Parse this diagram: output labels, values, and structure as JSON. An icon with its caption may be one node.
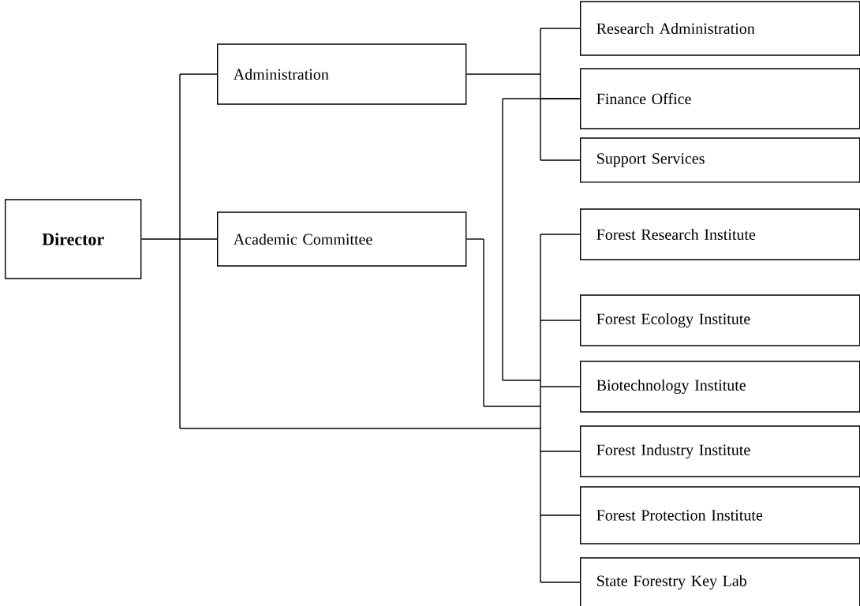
{
  "diagram": {
    "nodes": [
      {
        "text": [
          "Director"
        ]
      },
      {
        "text": [
          "Administration"
        ]
      },
      {
        "text": [
          "Academic Committee"
        ]
      },
      {
        "text": [
          "Research Administration"
        ]
      },
      {
        "text": [
          "Finance Office"
        ]
      },
      {
        "text": [
          "Support Services"
        ]
      },
      {
        "text": [
          "Forest Research Institute"
        ]
      },
      {
        "text": [
          "Forest Ecology Institute"
        ]
      },
      {
        "text": [
          "Biotechnology Institute"
        ]
      },
      {
        "text": [
          "Forest Industry Institute"
        ]
      },
      {
        "text": [
          "Forest Protection Institute"
        ]
      },
      {
        "text": [
          "State Forestry Key Lab"
        ]
      }
    ],
    "edges": [
      {
        "from": 0,
        "to": 1,
        "arrow": "none"
      },
      {
        "from": 0,
        "to": 2,
        "arrow": "none"
      },
      {
        "from": 1,
        "to": 3,
        "arrow": "none"
      },
      {
        "from": 1,
        "to": 4,
        "arrow": "none"
      },
      {
        "from": 1,
        "to": 5,
        "arrow": "none"
      },
      {
        "from": 0,
        "to": 6,
        "arrow": "none"
      },
      {
        "from": 0,
        "to": 7,
        "arrow": "none"
      },
      {
        "from": 0,
        "to": 8,
        "arrow": "none"
      },
      {
        "from": 0,
        "to": 9,
        "arrow": "none"
      },
      {
        "from": 0,
        "to": 10,
        "arrow": "none"
      },
      {
        "from": 0,
        "to": 11,
        "arrow": "none"
      },
      {
        "from": 2,
        "to": 6,
        "arrow": "none"
      },
      {
        "from": 2,
        "to": 7,
        "arrow": "none"
      },
      {
        "from": 2,
        "to": 8,
        "arrow": "none"
      },
      {
        "from": 2,
        "to": 9,
        "arrow": "none"
      },
      {
        "from": 2,
        "to": 10,
        "arrow": "none"
      },
      {
        "from": 2,
        "to": 11,
        "arrow": "none"
      },
      {
        "from": 4,
        "to": 6,
        "arrow": "none"
      },
      {
        "from": 4,
        "to": 7,
        "arrow": "none"
      },
      {
        "from": 4,
        "to": 8,
        "arrow": "none"
      },
      {
        "from": 4,
        "to": 9,
        "arrow": "none"
      },
      {
        "from": 4,
        "to": 10,
        "arrow": "none"
      },
      {
        "from": 4,
        "to": 11,
        "arrow": "none"
      }
    ]
  }
}
